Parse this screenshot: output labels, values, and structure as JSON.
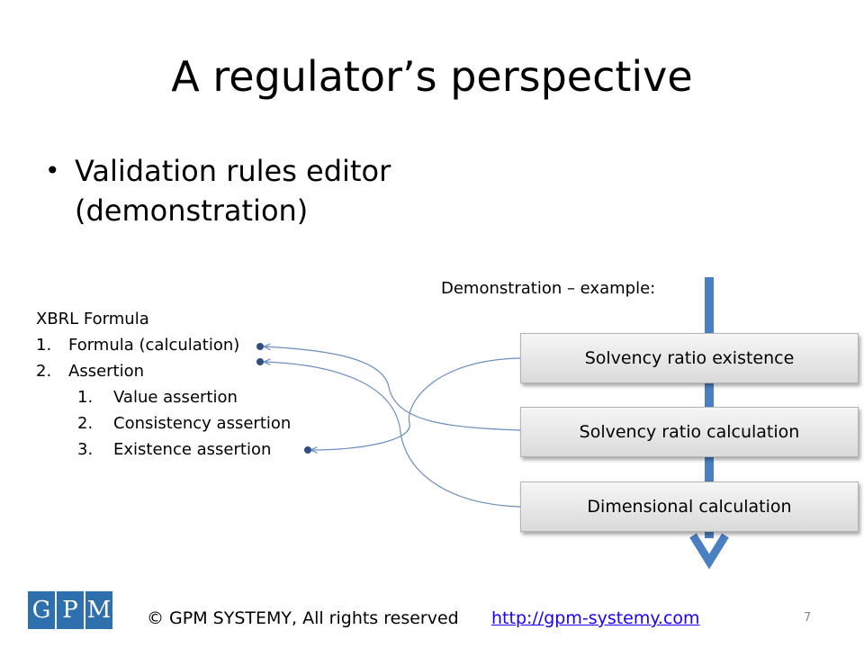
{
  "slide": {
    "title": "A regulator’s perspective",
    "bullet": "Validation rules editor (demonstration)",
    "demo_label": "Demonstration – example:",
    "xbrl": {
      "heading": "XBRL Formula",
      "items": [
        {
          "num": "1.",
          "label": "Formula (calculation)"
        },
        {
          "num": "2.",
          "label": "Assertion"
        }
      ],
      "subitems": [
        {
          "num": "1.",
          "label": "Value assertion"
        },
        {
          "num": "2.",
          "label": "Consistency assertion"
        },
        {
          "num": "3.",
          "label": "Existence assertion"
        }
      ]
    },
    "boxes": [
      "Solvency ratio existence",
      "Solvency ratio calculation",
      "Dimensional calculation"
    ]
  },
  "footer": {
    "logo_letters": [
      "G",
      "P",
      "M"
    ],
    "copyright": "© GPM SYSTEMY, All rights reserved",
    "link": "http://gpm-systemy.com",
    "page_number": "7"
  },
  "colors": {
    "arrow": "#4a7fc1",
    "connector": "#6b8fc0",
    "logo_bg": "#2e6fae",
    "link": "#1a00ff"
  },
  "icons": {
    "bullet": "bullet-dot",
    "arrow": "down-arrow"
  }
}
